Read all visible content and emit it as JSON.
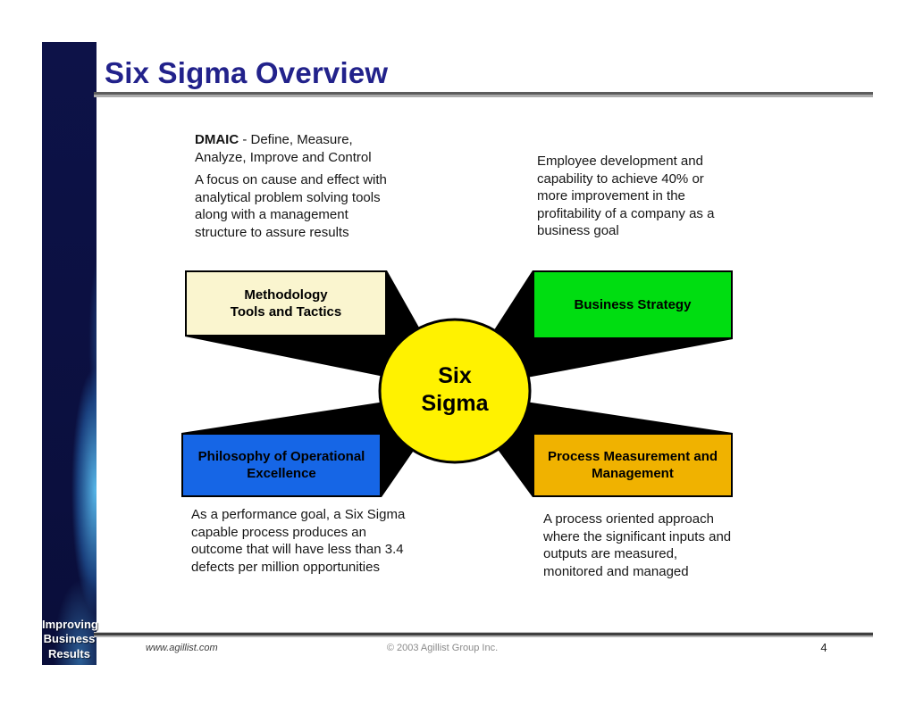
{
  "slide": {
    "title": "Six Sigma Overview",
    "page_number": "4",
    "footer_website": "www.agillist.com",
    "footer_copyright": "© 2003 Agillist Group Inc.",
    "sidebar_tagline": [
      "Improving",
      "Business",
      "Results"
    ],
    "colors": {
      "title_text": "#22228B",
      "sidebar_base": "#0C1144",
      "hub_fill": "#FFF200",
      "wedge_fill": "#000000",
      "box_methodology": "#FAF5CF",
      "box_strategy": "#00DD11",
      "box_philosophy": "#1666E6",
      "box_process": "#F0B200"
    }
  },
  "notes": {
    "dmaic_term": "DMAIC",
    "dmaic_rest": " - Define, Measure, Analyze, Improve and Control",
    "dmaic_para": "A focus on cause and effect with analytical problem solving tools along with a management structure to assure results",
    "employee": "Employee development and capability to achieve 40% or more improvement in the profitability of a company as a business goal",
    "performance": "As a performance goal, a Six Sigma capable process produces an outcome that will have less than 3.4 defects per million opportunities",
    "process": "A process oriented approach where the significant inputs and outputs are measured, monitored and managed"
  },
  "diagram": {
    "hub": {
      "lines": [
        "Six",
        "Sigma"
      ],
      "color": "#FFF200"
    },
    "boxes": [
      {
        "id": "methodology",
        "lines": [
          "Methodology",
          "Tools and Tactics"
        ],
        "color": "#FAF5CF"
      },
      {
        "id": "strategy",
        "lines": [
          "Business Strategy",
          ""
        ],
        "color": "#00DD11"
      },
      {
        "id": "philosophy",
        "lines": [
          "Philosophy of Operational",
          "Excellence"
        ],
        "color": "#1666E6"
      },
      {
        "id": "process",
        "lines": [
          "Process Measurement and",
          "Management"
        ],
        "color": "#F0B200"
      }
    ]
  }
}
